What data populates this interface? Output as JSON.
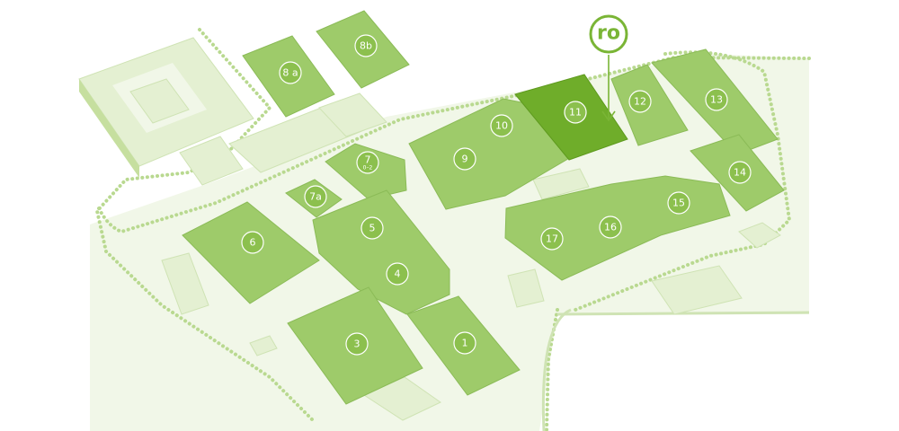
{
  "map": {
    "active_hall": "11",
    "colors": {
      "hall": "#9ecb6a",
      "active_hall": "#6fad2a",
      "accent": "#7ab536",
      "badge": "#8cc04e"
    },
    "logo": {
      "text": "ro"
    },
    "halls": [
      {
        "id": "1",
        "label": "1"
      },
      {
        "id": "3",
        "label": "3"
      },
      {
        "id": "4",
        "label": "4"
      },
      {
        "id": "5",
        "label": "5"
      },
      {
        "id": "6",
        "label": "6"
      },
      {
        "id": "7",
        "label": "7",
        "sub": "0–2"
      },
      {
        "id": "7a",
        "label": "7a"
      },
      {
        "id": "8a",
        "label": "8 a"
      },
      {
        "id": "8b",
        "label": "8b"
      },
      {
        "id": "9",
        "label": "9"
      },
      {
        "id": "10",
        "label": "10"
      },
      {
        "id": "11",
        "label": "11"
      },
      {
        "id": "12",
        "label": "12"
      },
      {
        "id": "13",
        "label": "13"
      },
      {
        "id": "14",
        "label": "14"
      },
      {
        "id": "15",
        "label": "15"
      },
      {
        "id": "16",
        "label": "16"
      },
      {
        "id": "17",
        "label": "17"
      }
    ]
  }
}
